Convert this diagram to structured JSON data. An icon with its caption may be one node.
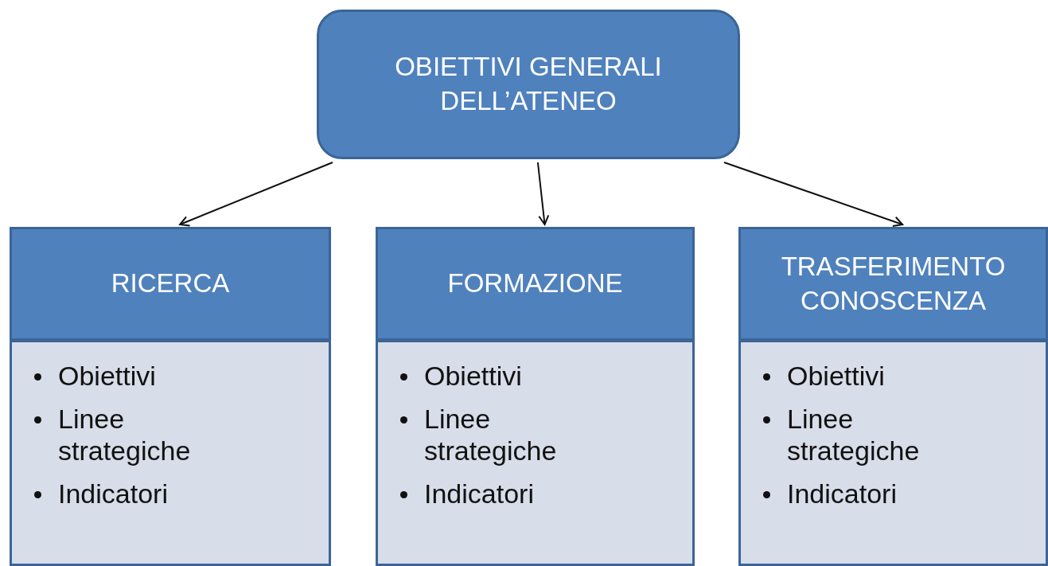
{
  "diagram": {
    "nodes": [
      {
        "text": [
          "OBIETTIVI GENERALI DELL’ATENEO"
        ]
      },
      {
        "text": [
          "RICERCA"
        ]
      },
      {
        "text": [
          "Obiettivi",
          "Linee strategiche",
          "Indicatori"
        ]
      },
      {
        "text": [
          "FORMAZIONE"
        ]
      },
      {
        "text": [
          "Obiettivi",
          "Linee strategiche",
          "Indicatori"
        ]
      },
      {
        "text": [
          "TRASFERIMENTO CONOSCENZA"
        ]
      },
      {
        "text": [
          "Obiettivi",
          "Linee strategiche",
          "Indicatori"
        ]
      }
    ],
    "edges": [
      {
        "from": 0,
        "to": 1,
        "arrow": "to"
      },
      {
        "from": 0,
        "to": 3,
        "arrow": "to"
      },
      {
        "from": 0,
        "to": 5,
        "arrow": "to"
      }
    ]
  }
}
